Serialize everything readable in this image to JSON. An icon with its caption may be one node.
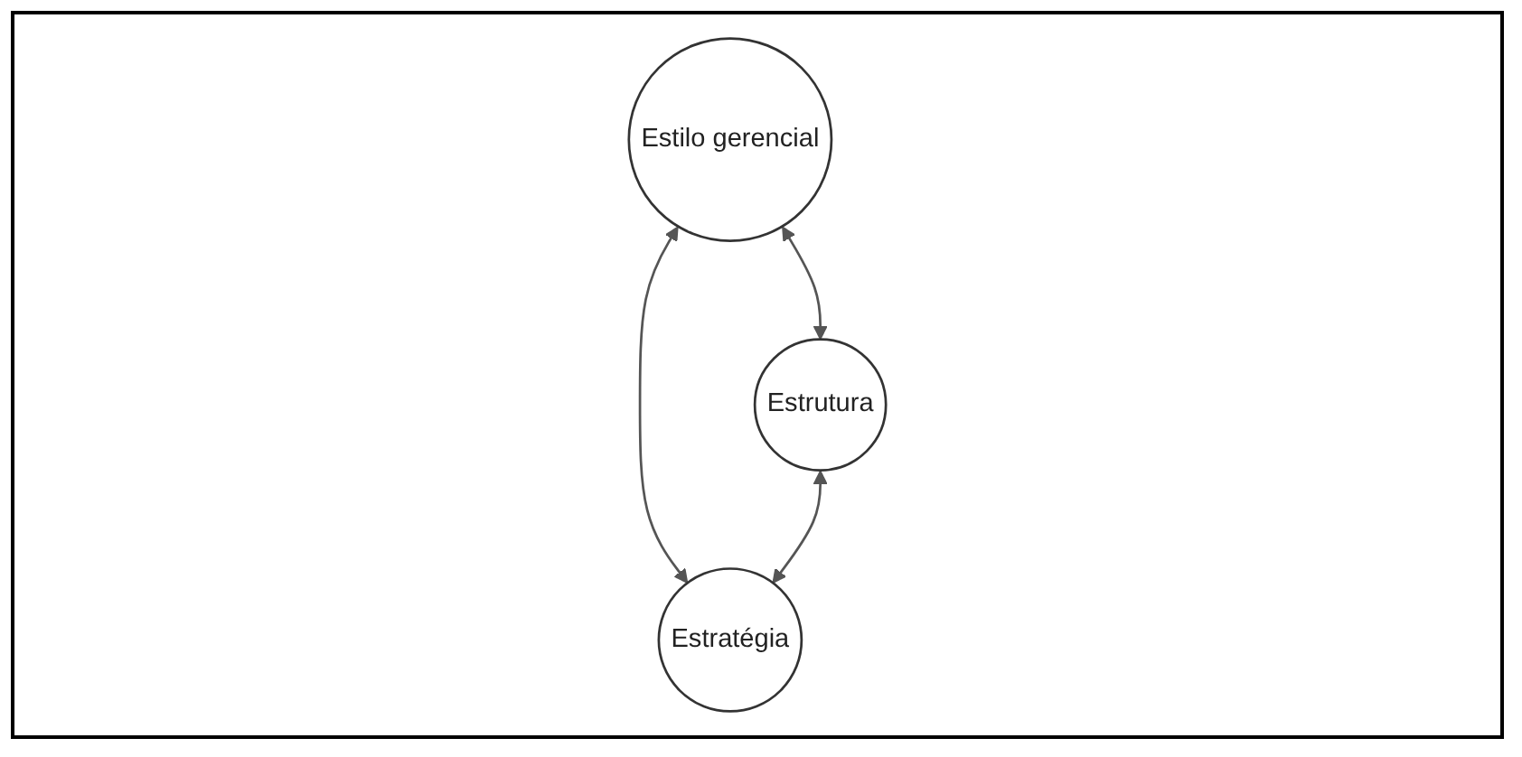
{
  "diagram": {
    "nodes": [
      {
        "text": [
          "Estilo gerencial"
        ]
      },
      {
        "text": [
          "Estrutura"
        ]
      },
      {
        "text": [
          "Estratégia"
        ]
      }
    ],
    "edges": [
      {
        "from": 0,
        "to": 1,
        "arrow": "both"
      },
      {
        "from": 0,
        "to": 2,
        "arrow": "both"
      },
      {
        "from": 1,
        "to": 2,
        "arrow": "both"
      }
    ]
  }
}
